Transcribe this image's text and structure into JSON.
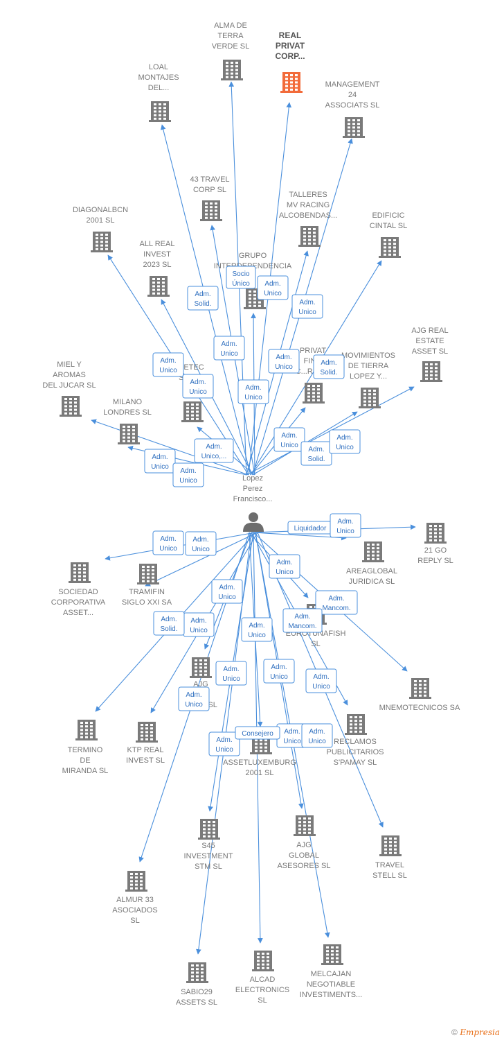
{
  "center": {
    "label": [
      "Lopez",
      "Perez",
      "Francisco..."
    ]
  },
  "nodes": [
    {
      "id": "alma",
      "label": [
        "ALMA DE",
        "TERRA",
        "VERDE  SL"
      ]
    },
    {
      "id": "realprivat",
      "label": [
        "REAL",
        "PRIVAT",
        "CORP..."
      ],
      "highlight": true
    },
    {
      "id": "loal",
      "label": [
        "LOAL",
        "MONTAJES",
        "DEL..."
      ]
    },
    {
      "id": "management24",
      "label": [
        "MANAGEMENT",
        "24",
        "ASSOCIATS  SL"
      ]
    },
    {
      "id": "43travel",
      "label": [
        "43 TRAVEL",
        "CORP  SL"
      ]
    },
    {
      "id": "talleres",
      "label": [
        "TALLERES",
        "MV RACING",
        "ALCOBENDAS..."
      ]
    },
    {
      "id": "diagonalbcn",
      "label": [
        "DIAGONALBCN",
        "2001  SL"
      ]
    },
    {
      "id": "edificic",
      "label": [
        "EDIFICIC",
        "CINTAL  SL"
      ]
    },
    {
      "id": "allreal",
      "label": [
        "ALL REAL",
        "INVEST",
        "2023  SL"
      ]
    },
    {
      "id": "grupo",
      "label": [
        "GRUPO",
        "INTERDEPENDENCIA"
      ]
    },
    {
      "id": "ajgreal",
      "label": [
        "AJG REAL",
        "ESTATE",
        "ASSET  SL"
      ]
    },
    {
      "id": "mielaromas",
      "label": [
        "MIEL Y",
        "AROMAS",
        "DEL JUCAR  SL"
      ]
    },
    {
      "id": "etec",
      "label": [
        "ETEC",
        "SOLV...S"
      ]
    },
    {
      "id": "privatfin",
      "label": [
        "PRIVAT",
        "FIN...",
        "C...RP 2..."
      ]
    },
    {
      "id": "movimientos",
      "label": [
        "MOVIMIENTOS",
        "DE TIERRA",
        "LOPEZ Y..."
      ]
    },
    {
      "id": "milano",
      "label": [
        "MILANO",
        "LONDRES  SL"
      ]
    },
    {
      "id": "21go",
      "label": [
        "21 GO",
        "REPLY  SL"
      ]
    },
    {
      "id": "areaglobal",
      "label": [
        "AREAGLOBAL",
        "JURIDICA  SL"
      ]
    },
    {
      "id": "sociedad",
      "label": [
        "SOCIEDAD",
        "CORPORATIVA",
        "ASSET..."
      ]
    },
    {
      "id": "tramifin",
      "label": [
        "TRAMIFIN",
        "SIGLO XXI SA"
      ]
    },
    {
      "id": "eurotunafish",
      "label": [
        "EUROTUNAFISH",
        "SL"
      ]
    },
    {
      "id": "ajgasesores",
      "label": [
        "AJG",
        "...NG",
        "AS...S  SL"
      ]
    },
    {
      "id": "mnemo",
      "label": [
        "MNEMOTECNICOS SA"
      ]
    },
    {
      "id": "termino",
      "label": [
        "TERMINO",
        "DE",
        "MIRANDA SL"
      ]
    },
    {
      "id": "ktp",
      "label": [
        "KTP REAL",
        "INVEST  SL"
      ]
    },
    {
      "id": "assetlux",
      "label": [
        "ASSETLUXEMBURG",
        "2001  SL"
      ]
    },
    {
      "id": "reclamos",
      "label": [
        "RECLAMOS",
        "PUBLICITARIOS",
        "S'PAMAY SL"
      ]
    },
    {
      "id": "s45",
      "label": [
        "S45",
        "INVESTMENT",
        "STM  SL"
      ]
    },
    {
      "id": "ajgglobal",
      "label": [
        "AJG",
        "GLOBAL",
        "ASESORES  SL"
      ]
    },
    {
      "id": "travelstell",
      "label": [
        "TRAVEL",
        "STELL  SL"
      ]
    },
    {
      "id": "almur",
      "label": [
        "ALMUR 33",
        "ASOCIADOS",
        "SL"
      ]
    },
    {
      "id": "sabio29",
      "label": [
        "SABIO29",
        "ASSETS  SL"
      ]
    },
    {
      "id": "alcad",
      "label": [
        "ALCAD",
        "ELECTRONICS",
        "SL"
      ]
    },
    {
      "id": "melcajan",
      "label": [
        "MELCAJAN",
        "NEGOTIABLE",
        "INVESTIMENTS..."
      ]
    }
  ],
  "relations": [
    {
      "lines": [
        "Adm.",
        "Solid."
      ]
    },
    {
      "lines": [
        "Socio",
        "Único"
      ]
    },
    {
      "lines": [
        "Adm.",
        "Unico"
      ]
    },
    {
      "lines": [
        "Adm.",
        "Unico"
      ]
    },
    {
      "lines": [
        "Adm.",
        "Unico"
      ]
    },
    {
      "lines": [
        "Adm.",
        "Unico"
      ]
    },
    {
      "lines": [
        "Adm.",
        "Unico"
      ]
    },
    {
      "lines": [
        "Adm.",
        "Solid."
      ]
    },
    {
      "lines": [
        "Adm.",
        "Unico"
      ]
    },
    {
      "lines": [
        "Adm.",
        "Unico"
      ]
    },
    {
      "lines": [
        "Adm.",
        "Unico"
      ]
    },
    {
      "lines": [
        "Adm.",
        "Unico"
      ]
    },
    {
      "lines": [
        "Adm.",
        "Unico,..."
      ]
    },
    {
      "lines": [
        "Adm.",
        "Solid."
      ]
    },
    {
      "lines": [
        "Adm.",
        "Unico"
      ]
    },
    {
      "lines": [
        "Adm.",
        "Unico"
      ]
    },
    {
      "lines": [
        "Adm.",
        "Unico"
      ]
    },
    {
      "lines": [
        "Liquidador"
      ]
    },
    {
      "lines": [
        "Adm.",
        "Unico"
      ]
    },
    {
      "lines": [
        "Adm.",
        "Unico"
      ]
    },
    {
      "lines": [
        "Adm.",
        "Unico"
      ]
    },
    {
      "lines": [
        "Adm.",
        "Unico"
      ]
    },
    {
      "lines": [
        "Adm.",
        "Unico"
      ]
    },
    {
      "lines": [
        "Adm.",
        "Mancom."
      ]
    },
    {
      "lines": [
        "Adm.",
        "Mancom."
      ]
    },
    {
      "lines": [
        "Adm.",
        "Solid."
      ]
    },
    {
      "lines": [
        "Adm.",
        "Unico"
      ]
    },
    {
      "lines": [
        "Adm.",
        "Unico"
      ]
    },
    {
      "lines": [
        "Adm.",
        "Unico"
      ]
    },
    {
      "lines": [
        "Adm.",
        "Unico"
      ]
    },
    {
      "lines": [
        "Adm.",
        "Unico"
      ]
    },
    {
      "lines": [
        "Adm.",
        "Unico"
      ]
    },
    {
      "lines": [
        "Adm.",
        "Unico"
      ]
    },
    {
      "lines": [
        "Consejero"
      ]
    },
    {
      "lines": [
        "Adm.",
        "Unico"
      ]
    }
  ],
  "colors": {
    "edge": "#4a8fdc",
    "building": "#7a7a7a",
    "building_highlight": "#f26b3a",
    "person": "#6d6d6d"
  },
  "footer": {
    "copyright": "©",
    "brand": "Empresia"
  }
}
